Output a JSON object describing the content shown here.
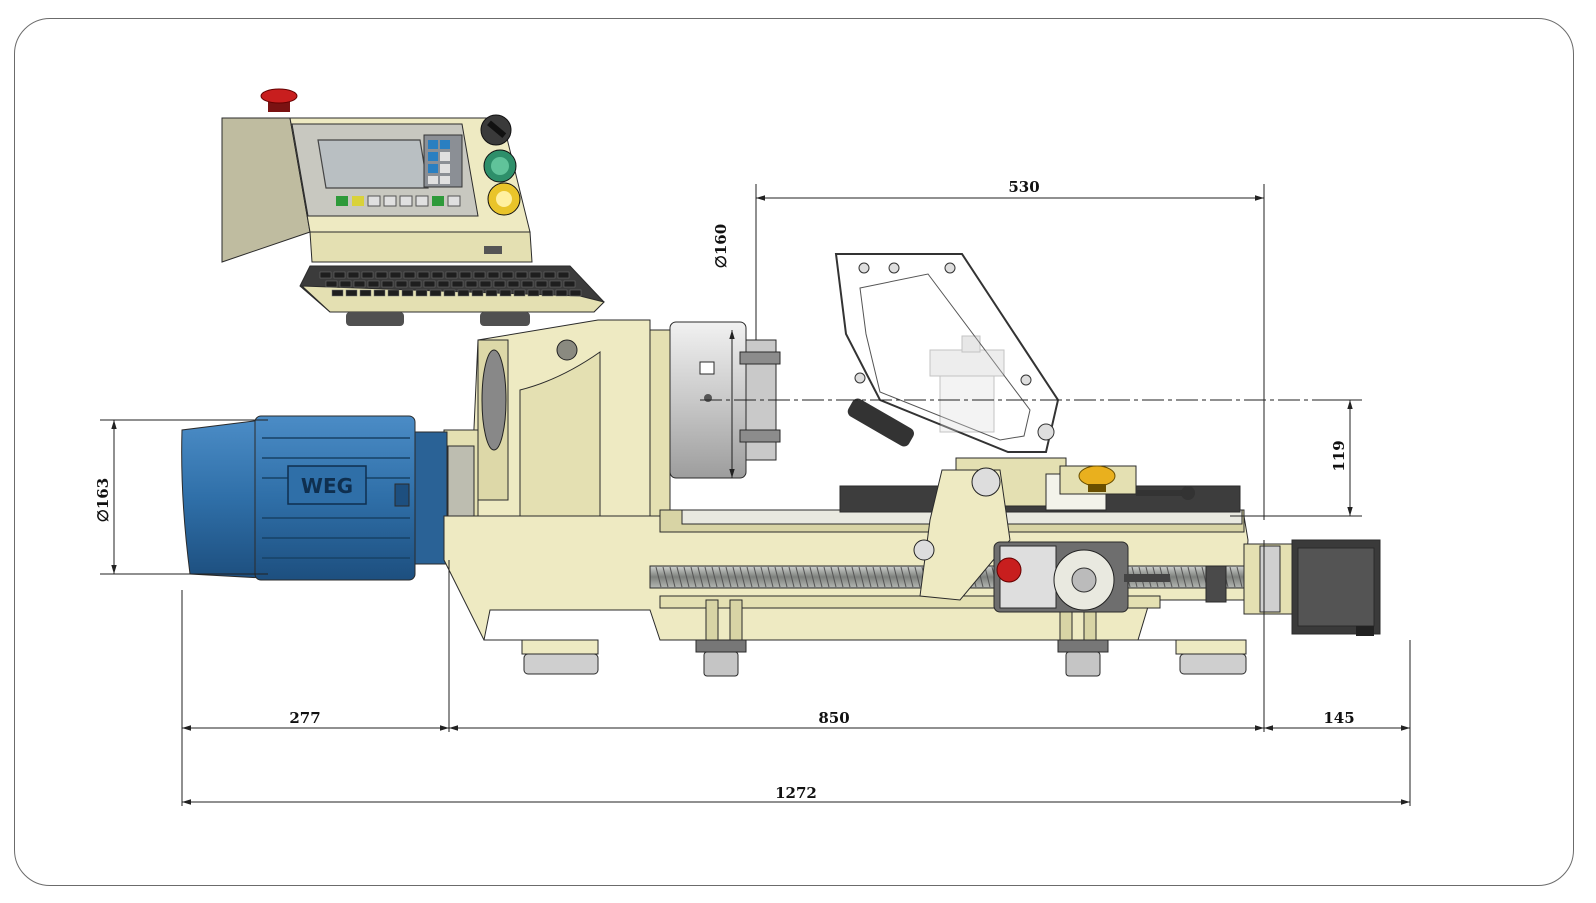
{
  "drawing": {
    "dimensions": {
      "motor_length": "277",
      "bed_length": "850",
      "tailmotor_length": "145",
      "overall_length": "1272",
      "travel": "530",
      "center_height": "119",
      "motor_diameter": "∅163",
      "chuck_diameter": "∅160"
    },
    "motor_badge": "WEG"
  },
  "colors": {
    "machine_body": "#eeeac2",
    "motor_blue": "#2f6fa8",
    "stepper_dark": "#3a3a3a",
    "estop_red": "#c81e1e",
    "button_yellow": "#e9c42a",
    "button_green": "#2e8f6a",
    "screen": "#b9bfc2"
  }
}
